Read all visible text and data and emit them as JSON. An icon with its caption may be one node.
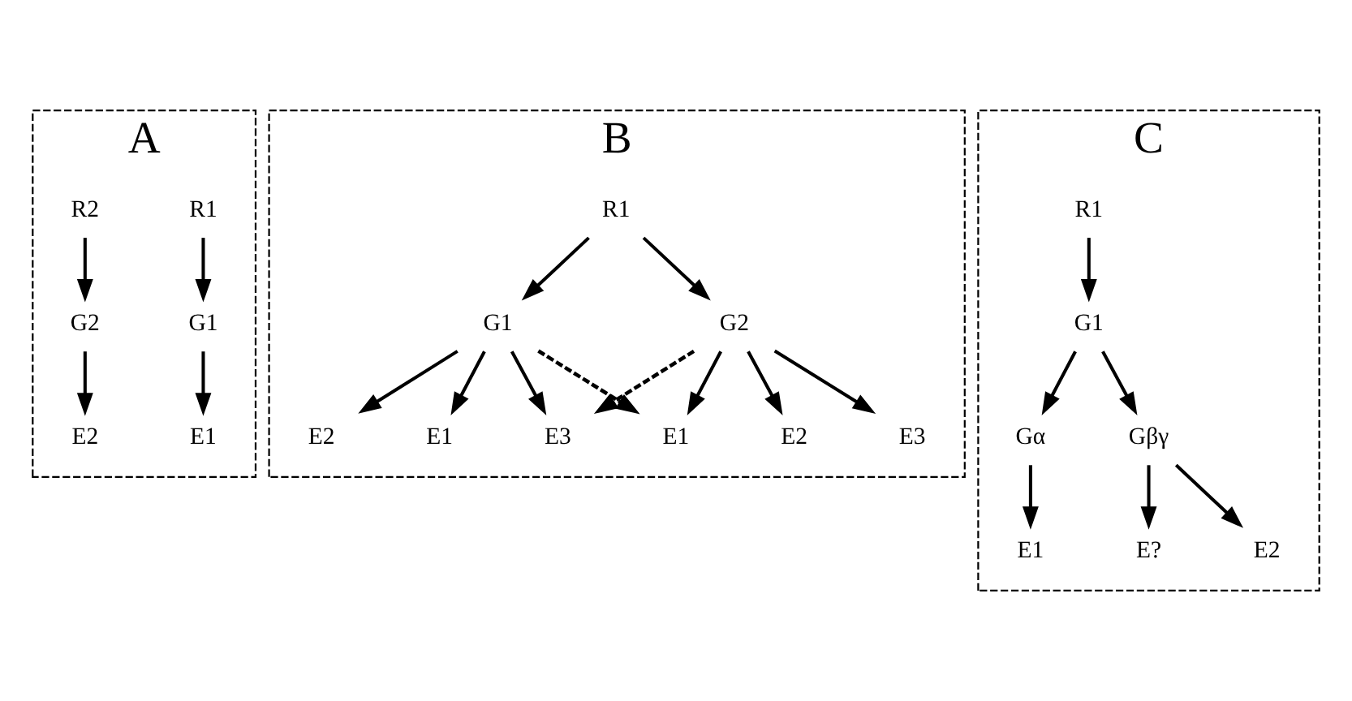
{
  "diagram": {
    "nodes": [
      {
        "text": [
          "A"
        ]
      },
      {
        "text": [
          "R1"
        ],
        "in": 0
      },
      {
        "text": [
          "R2"
        ],
        "in": 0
      },
      {
        "text": [
          "G1"
        ],
        "in": 0
      },
      {
        "text": [
          "G2"
        ],
        "in": 0
      },
      {
        "text": [
          "E1"
        ],
        "in": 0
      },
      {
        "text": [
          "E2"
        ],
        "in": 0
      },
      {
        "text": [
          "B"
        ]
      },
      {
        "text": [
          "R1"
        ],
        "in": 7
      },
      {
        "text": [
          "G1"
        ],
        "in": 7
      },
      {
        "text": [
          "G2"
        ],
        "in": 7
      },
      {
        "text": [
          "E2"
        ],
        "in": 7
      },
      {
        "text": [
          "E1"
        ],
        "in": 7
      },
      {
        "text": [
          "E3"
        ],
        "in": 7
      },
      {
        "text": [
          "E1"
        ],
        "in": 7
      },
      {
        "text": [
          "E2"
        ],
        "in": 7
      },
      {
        "text": [
          "E3"
        ],
        "in": 7
      },
      {
        "text": [
          "C"
        ]
      },
      {
        "text": [
          "R1"
        ],
        "in": 17
      },
      {
        "text": [
          "G1"
        ],
        "in": 17
      },
      {
        "text": [
          "Gα"
        ],
        "in": 17
      },
      {
        "text": [
          "Gβγ"
        ],
        "in": 17
      },
      {
        "text": [
          "E1"
        ],
        "in": 17
      },
      {
        "text": [
          "E?"
        ],
        "in": 17
      },
      {
        "text": [
          "E2"
        ],
        "in": 17
      }
    ],
    "edges": [
      {
        "from": 1,
        "to": 3,
        "arrow": "to"
      },
      {
        "from": 2,
        "to": 4,
        "arrow": "to"
      },
      {
        "from": 3,
        "to": 5,
        "arrow": "to"
      },
      {
        "from": 4,
        "to": 6,
        "arrow": "to"
      },
      {
        "from": 8,
        "to": 9,
        "arrow": "to"
      },
      {
        "from": 8,
        "to": 10,
        "arrow": "to"
      },
      {
        "from": 9,
        "to": 11,
        "arrow": "to"
      },
      {
        "from": 9,
        "to": 12,
        "arrow": "to"
      },
      {
        "from": 9,
        "to": 13,
        "arrow": "to"
      },
      {
        "from": 9,
        "to": 14,
        "arrow": "to",
        "style": "dashed"
      },
      {
        "from": 10,
        "to": 13,
        "arrow": "to",
        "style": "dashed"
      },
      {
        "from": 10,
        "to": 14,
        "arrow": "to"
      },
      {
        "from": 10,
        "to": 15,
        "arrow": "to"
      },
      {
        "from": 10,
        "to": 16,
        "arrow": "to"
      },
      {
        "from": 18,
        "to": 19,
        "arrow": "to"
      },
      {
        "from": 19,
        "to": 20,
        "arrow": "to"
      },
      {
        "from": 19,
        "to": 21,
        "arrow": "to"
      },
      {
        "from": 20,
        "to": 22,
        "arrow": "to"
      },
      {
        "from": 21,
        "to": 23,
        "arrow": "to"
      },
      {
        "from": 21,
        "to": 24,
        "arrow": "to"
      }
    ]
  }
}
